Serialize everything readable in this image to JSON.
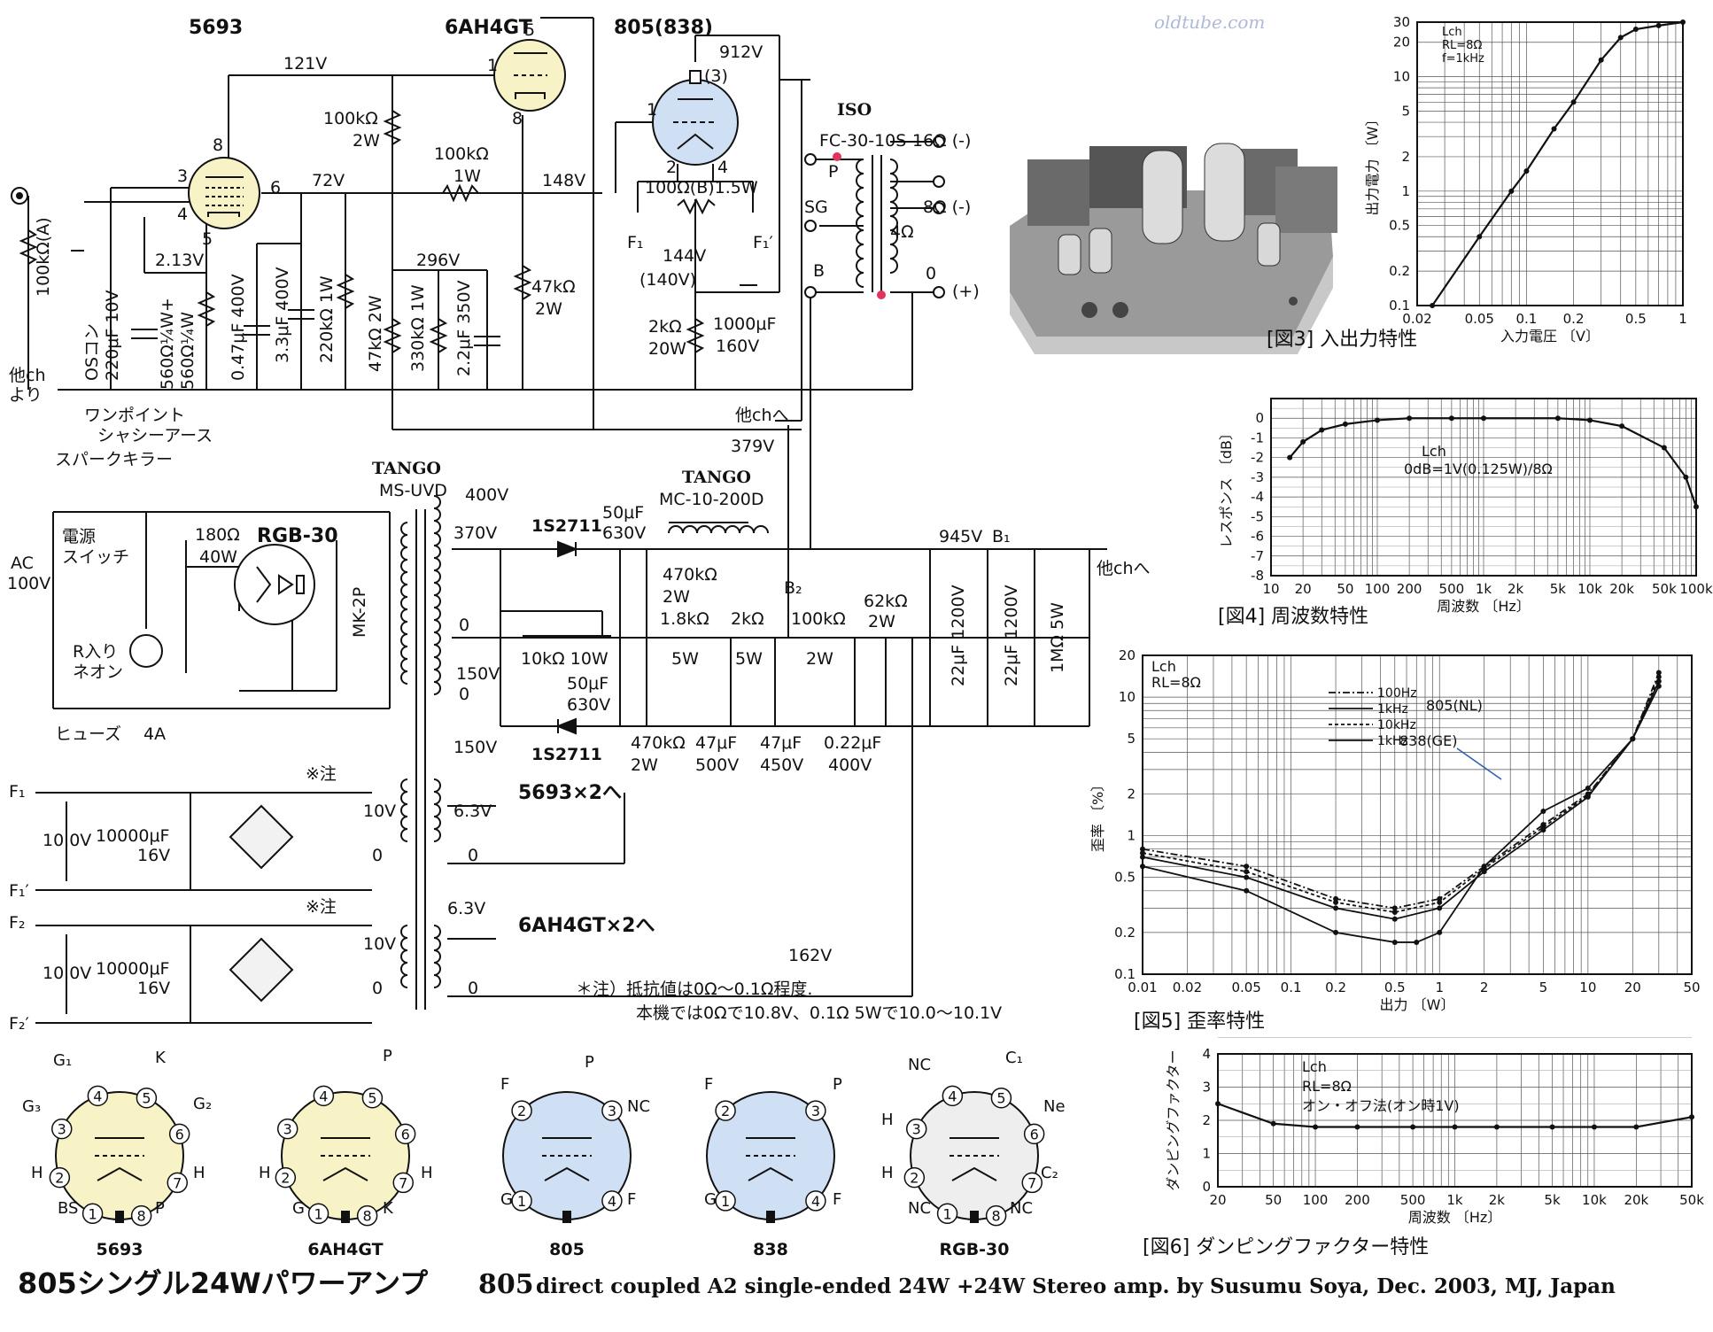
{
  "colors": {
    "tube_fill": "#f8f3c6",
    "tube805_fill": "#cfe0f5",
    "rgb30_fill": "#eeeeee",
    "dot": "#e0345a",
    "accent": "#2a5fb0",
    "watermark": "#b0b8d8"
  },
  "watermark": "oldtube.com",
  "tubes": {
    "t5693": "5693",
    "t6ah4gt": "6AH4GT",
    "t805": "805(838)",
    "rgb30": "RGB-30"
  },
  "schematic": {
    "v121": "121V",
    "v912": "912V",
    "v72": "72V",
    "v148": "148V",
    "v213": "2.13V",
    "v296": "296V",
    "v144": "144V",
    "v140": "(140V)",
    "v379": "379V",
    "v945": "945V",
    "v162": "162V",
    "b1": "B₁",
    "b2": "B₂",
    "r100k_a": "100kΩ(A)",
    "r100k_2w": "100kΩ",
    "r100k_2w_w": "2W",
    "r100k_1w": "100kΩ",
    "r100k_1w_w": "1W",
    "r47k": "47kΩ",
    "r47k_w": "2W",
    "r100b": "100Ω(B)1.5W",
    "r2k": "2kΩ",
    "r2k_w": "20W",
    "c1000": "1000μF",
    "c1000_v": "160V",
    "oscon": "OSコン",
    "c220": "220μF 10V",
    "r560": "560Ω¼W+",
    "r560b": "560Ω¼W",
    "c047": "0.47μF 400V",
    "c33": "3.3μF 400V",
    "r220k": "220kΩ 1W",
    "r47k2w": "47kΩ 2W",
    "r330k": "330kΩ 1W",
    "c22": "2.2μF 350V",
    "other_ch_from": "他ch",
    "other_ch_from2": "より",
    "ground_label1": "ワンポイント",
    "ground_label2": "シャシーアース",
    "other_ch_to": "他chへ",
    "iso": "ISO",
    "fc30": "FC-30-10S",
    "o16": "16Ω (-)",
    "o8": "8Ω (-)",
    "o4": "4Ω",
    "o0": "0",
    "oplus": "(+)",
    "p": "P",
    "sg": "SG",
    "b": "B",
    "f1": "F₁",
    "f1p": "F₁′",
    "spark": "スパークキラー",
    "tango1": "TANGO",
    "msuvd": "MS-UVD",
    "tango2": "TANGO",
    "mc10": "MC-10-200D",
    "power_sw1": "電源",
    "power_sw2": "スイッチ",
    "ac": "AC",
    "ac100": "100V",
    "neon1": "R入り",
    "neon2": "ネオン",
    "fuse": "ヒューズ",
    "fuse_a": "4A",
    "r180": "180Ω",
    "r180w": "40W",
    "mk2p": "MK-2P",
    "v400": "400V",
    "v370": "370V",
    "v0a": "0",
    "v150a": "150V",
    "v0b": "0",
    "v150b": "150V",
    "d1": "1S2711",
    "d2": "1S2711",
    "c50a": "50μF",
    "c50a_v": "630V",
    "c50b": "50μF",
    "c50b_v": "630V",
    "r470k": "470kΩ",
    "r470k_w": "2W",
    "r470kb": "470kΩ",
    "r470kb_w": "2W",
    "r18k": "1.8kΩ",
    "r18k_w": "5W",
    "r2k5": "2kΩ",
    "r2k5_w": "5W",
    "r100k2": "100kΩ",
    "r100k2_w": "2W",
    "r62k": "62kΩ",
    "r62k_w": "2W",
    "r10k": "10kΩ 10W",
    "c47a": "47μF",
    "c47a_v": "500V",
    "c47b": "47μF",
    "c47b_v": "450V",
    "c022": "0.22μF",
    "c022_v": "400V",
    "c22a": "22μF 1200V",
    "c22b": "22μF 1200V",
    "r1m": "1MΩ 5W",
    "f1l": "F₁",
    "f1pl": "F₁′",
    "f2l": "F₂",
    "f2pl": "F₂′",
    "v100a": "10.0V",
    "v100b": "10.0V",
    "c10000a": "10000μF",
    "c10000a_v": "16V",
    "c10000b": "10000μF",
    "c10000b_v": "16V",
    "note1": "※注",
    "note2": "※注",
    "w10a": "10V",
    "w0a": "0",
    "w63a": "6.3V",
    "w0b": "0",
    "w10b": "10V",
    "w0c": "0",
    "w63b": "6.3V",
    "w0d": "0",
    "to5693": "5693×2へ",
    "to6ah4": "6AH4GT×2へ",
    "note_text1": "＊注）抵抗値は0Ω〜0.1Ω程度.",
    "note_text2": "本機では0Ωで10.8V、0.1Ω 5Wで10.0〜10.1V",
    "pin3": "3",
    "pin4": "4",
    "pin5": "5",
    "pin6": "6",
    "pin8": "8",
    "pin1": "1",
    "pin2": "2",
    "pin7": "7",
    "pin3b": "(3)"
  },
  "bases": [
    {
      "name": "5693",
      "labels": {
        "G1": "G₁",
        "K": "K",
        "G3": "G₃",
        "G2": "G₂",
        "H1": "H",
        "H2": "H",
        "BS": "BS",
        "P": "P"
      }
    },
    {
      "name": "6AH4GT",
      "labels": {
        "P": "P",
        "H1": "H",
        "H2": "H",
        "G": "G",
        "K": "K"
      }
    },
    {
      "name": "805",
      "labels": {
        "F": "F",
        "P": "P",
        "NC": "NC",
        "G": "G",
        "F2": "F"
      }
    },
    {
      "name": "838",
      "labels": {
        "F": "F",
        "P": "P",
        "G": "G",
        "F2": "F"
      }
    },
    {
      "name": "RGB-30",
      "labels": {
        "NC": "NC",
        "C1": "C₁",
        "H": "H",
        "Ne": "Ne",
        "H2": "H",
        "C2": "C₂",
        "NC2": "NC",
        "NC3": "NC"
      }
    }
  ],
  "title": {
    "jp": "805シングル24Wパワーアンプ",
    "en_num": "805",
    "en": "direct coupled A2 single-ended 24W +24W Stereo amp. by Susumu Soya, Dec. 2003, MJ, Japan"
  },
  "chart_data": [
    {
      "type": "line",
      "title": "[図3] 入出力特性",
      "xlabel": "入力電圧 〔V〕",
      "ylabel": "出力電力 〔W〕",
      "log_x": true,
      "log_y": true,
      "xlim": [
        0.02,
        1
      ],
      "ylim": [
        0.1,
        30
      ],
      "x_ticks": [
        "0.02",
        "0.05",
        "0.1",
        "0.2",
        "0.5",
        "1"
      ],
      "y_ticks": [
        "0.1",
        "0.2",
        "0.5",
        "1",
        "2",
        "5",
        "10",
        "20",
        "30"
      ],
      "annotations": [
        "Lch",
        "RL=8Ω",
        "f=1kHz"
      ],
      "series": [
        {
          "x": [
            0.025,
            0.05,
            0.08,
            0.1,
            0.15,
            0.2,
            0.3,
            0.4,
            0.5,
            0.7,
            1.0
          ],
          "y": [
            0.1,
            0.4,
            1.0,
            1.5,
            3.5,
            6.0,
            14,
            22,
            26,
            28,
            30
          ]
        }
      ]
    },
    {
      "type": "line",
      "title": "[図4] 周波数特性",
      "xlabel": "周波数 〔Hz〕",
      "ylabel": "レスポンス 〔dB〕",
      "log_x": true,
      "xlim": [
        10,
        100000
      ],
      "ylim": [
        -8,
        1
      ],
      "x_ticks": [
        "10",
        "20",
        "50",
        "100",
        "200",
        "500",
        "1k",
        "2k",
        "5k",
        "10k",
        "20k",
        "50k",
        "100k"
      ],
      "y_ticks": [
        "0",
        "-1",
        "-2",
        "-3",
        "-4",
        "-5",
        "-6",
        "-7",
        "-8"
      ],
      "annotations": [
        "Lch",
        "0dB=1V(0.125W)/8Ω"
      ],
      "series": [
        {
          "x": [
            15,
            20,
            30,
            50,
            100,
            200,
            500,
            1000,
            5000,
            10000,
            20000,
            50000,
            80000,
            100000
          ],
          "y": [
            -2.0,
            -1.2,
            -0.6,
            -0.3,
            -0.1,
            0,
            0,
            0,
            0,
            -0.1,
            -0.4,
            -1.5,
            -3.0,
            -4.5
          ]
        }
      ]
    },
    {
      "type": "line",
      "title": "[図5] 歪率特性",
      "xlabel": "出力 〔W〕",
      "ylabel": "歪率 〔%〕",
      "log_x": true,
      "log_y": true,
      "xlim": [
        0.01,
        50
      ],
      "ylim": [
        0.1,
        20
      ],
      "x_ticks": [
        "0.01",
        "0.02",
        "0.05",
        "0.1",
        "0.2",
        "0.5",
        "1",
        "2",
        "5",
        "10",
        "20",
        "50"
      ],
      "y_ticks": [
        "0.1",
        "0.2",
        "0.5",
        "1",
        "2",
        "5",
        "10",
        "20"
      ],
      "annotations": [
        "Lch",
        "RL=8Ω",
        "805(NL)",
        "838(GE)"
      ],
      "series": [
        {
          "name": "100Hz",
          "x": [
            0.01,
            0.05,
            0.2,
            0.5,
            1,
            2,
            5,
            10,
            20,
            30
          ],
          "y": [
            0.8,
            0.6,
            0.35,
            0.3,
            0.35,
            0.6,
            1.2,
            2.0,
            5,
            15
          ]
        },
        {
          "name": "1kHz",
          "x": [
            0.01,
            0.05,
            0.2,
            0.5,
            1,
            2,
            5,
            10,
            20,
            30
          ],
          "y": [
            0.7,
            0.5,
            0.3,
            0.25,
            0.3,
            0.55,
            1.1,
            1.9,
            5,
            13
          ]
        },
        {
          "name": "10kHz",
          "x": [
            0.01,
            0.05,
            0.2,
            0.5,
            1,
            2,
            5,
            10,
            20,
            30
          ],
          "y": [
            0.75,
            0.55,
            0.33,
            0.28,
            0.33,
            0.58,
            1.15,
            1.95,
            5,
            14
          ]
        },
        {
          "name": "1kHz",
          "x": [
            0.01,
            0.05,
            0.2,
            0.5,
            0.7,
            1,
            2,
            5,
            10,
            20,
            30
          ],
          "y": [
            0.6,
            0.4,
            0.2,
            0.17,
            0.17,
            0.2,
            0.6,
            1.5,
            2.2,
            5,
            12
          ]
        }
      ]
    },
    {
      "type": "line",
      "title": "[図6] ダンピングファクター特性",
      "xlabel": "周波数 〔Hz〕",
      "ylabel": "ダンピングファクター",
      "log_x": true,
      "xlim": [
        20,
        50000
      ],
      "ylim": [
        0,
        4
      ],
      "x_ticks": [
        "20",
        "50",
        "100",
        "200",
        "500",
        "1k",
        "2k",
        "5k",
        "10k",
        "20k",
        "50k"
      ],
      "y_ticks": [
        "0",
        "1",
        "2",
        "3",
        "4"
      ],
      "annotations": [
        "Lch",
        "RL=8Ω",
        "オン・オフ法(オン時1V)"
      ],
      "series": [
        {
          "x": [
            20,
            50,
            100,
            200,
            500,
            1000,
            2000,
            5000,
            10000,
            20000,
            50000
          ],
          "y": [
            2.5,
            1.9,
            1.8,
            1.8,
            1.8,
            1.8,
            1.8,
            1.8,
            1.8,
            1.8,
            2.1
          ]
        }
      ]
    }
  ],
  "photo": {
    "caption": ""
  }
}
